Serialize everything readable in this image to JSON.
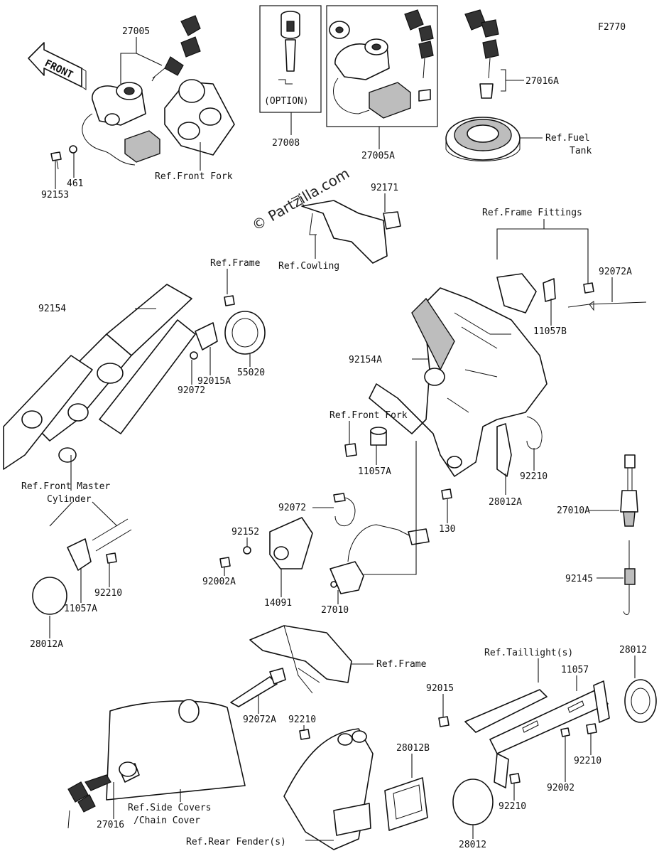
{
  "figure_code": "F2770",
  "watermark": "© Partzilla.com",
  "front_label": "FRONT",
  "option_label": "(OPTION)",
  "parts": [
    {
      "id": "p27005",
      "text": "27005"
    },
    {
      "id": "p461",
      "text": "461"
    },
    {
      "id": "p92153",
      "text": "92153"
    },
    {
      "id": "pReffrontfork1",
      "text": "Ref.Front Fork"
    },
    {
      "id": "p27008",
      "text": "27008"
    },
    {
      "id": "p27005A",
      "text": "27005A"
    },
    {
      "id": "p27016A",
      "text": "27016A"
    },
    {
      "id": "pReffueltank1",
      "text": "Ref.Fuel"
    },
    {
      "id": "pReffueltank2",
      "text": "Tank"
    },
    {
      "id": "p92171",
      "text": "92171"
    },
    {
      "id": "pRefcowling",
      "text": "Ref.Cowling"
    },
    {
      "id": "pRefframefittings",
      "text": "Ref.Frame Fittings"
    },
    {
      "id": "p92072A_top",
      "text": "92072A"
    },
    {
      "id": "p11057B",
      "text": "11057B"
    },
    {
      "id": "p92154A",
      "text": "92154A"
    },
    {
      "id": "pReffrontfork2",
      "text": "Ref.Front Fork"
    },
    {
      "id": "p11057A_top",
      "text": "11057A"
    },
    {
      "id": "p28012A_top",
      "text": "28012A"
    },
    {
      "id": "p92210_top",
      "text": "92210"
    },
    {
      "id": "pRefframe1",
      "text": "Ref.Frame"
    },
    {
      "id": "p92154",
      "text": "92154"
    },
    {
      "id": "p92015A",
      "text": "92015A"
    },
    {
      "id": "p55020",
      "text": "55020"
    },
    {
      "id": "p92072_right",
      "text": "92072"
    },
    {
      "id": "pRefmaster1",
      "text": "Ref.Front Master"
    },
    {
      "id": "pRefmaster2",
      "text": "Cylinder"
    },
    {
      "id": "p92072_mid",
      "text": "92072"
    },
    {
      "id": "p92152",
      "text": "92152"
    },
    {
      "id": "p130",
      "text": "130"
    },
    {
      "id": "p27010A",
      "text": "27010A"
    },
    {
      "id": "p92002A",
      "text": "92002A"
    },
    {
      "id": "p14091",
      "text": "14091"
    },
    {
      "id": "p27010",
      "text": "27010"
    },
    {
      "id": "p92145",
      "text": "92145"
    },
    {
      "id": "p92210_left",
      "text": "92210"
    },
    {
      "id": "p11057A_bot",
      "text": "11057A"
    },
    {
      "id": "p28012A_bot",
      "text": "28012A"
    },
    {
      "id": "pRefframe2",
      "text": "Ref.Frame"
    },
    {
      "id": "pReftaillight",
      "text": "Ref.Taillight(s)"
    },
    {
      "id": "p28012_top",
      "text": "28012"
    },
    {
      "id": "p11057",
      "text": "11057"
    },
    {
      "id": "p92015",
      "text": "92015"
    },
    {
      "id": "p92072A_bot",
      "text": "92072A"
    },
    {
      "id": "p92210_mid",
      "text": "92210"
    },
    {
      "id": "p92210_right",
      "text": "92210"
    },
    {
      "id": "p28012B",
      "text": "28012B"
    },
    {
      "id": "p92002",
      "text": "92002"
    },
    {
      "id": "p92210_bot",
      "text": "92210"
    },
    {
      "id": "pRefsidecovers1",
      "text": "Ref.Side Covers"
    },
    {
      "id": "pRefsidecovers2",
      "text": "/Chain Cover"
    },
    {
      "id": "p27016",
      "text": "27016"
    },
    {
      "id": "pReffender",
      "text": "Ref.Rear Fender(s)"
    },
    {
      "id": "p28012_bot",
      "text": "28012"
    }
  ]
}
